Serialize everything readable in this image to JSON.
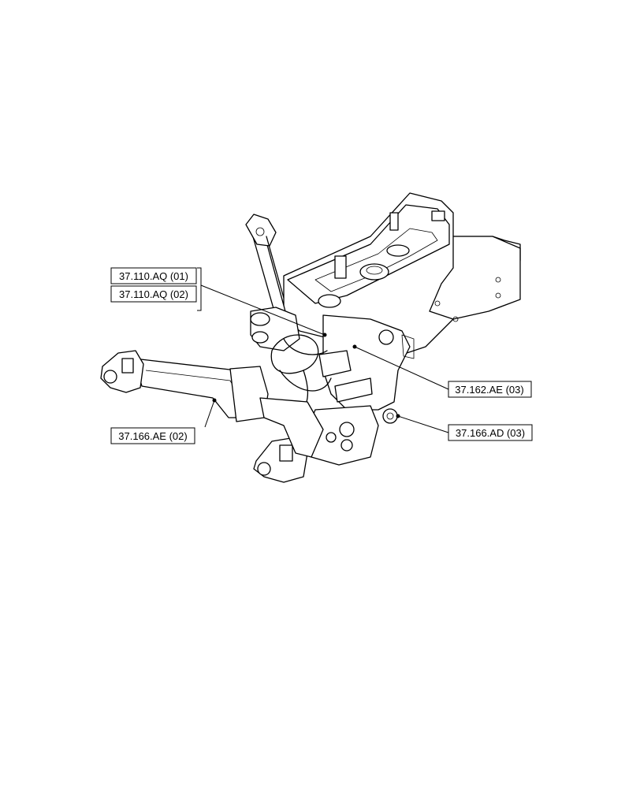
{
  "callouts": [
    {
      "id": "c1",
      "label": "37.110.AQ (01)"
    },
    {
      "id": "c2",
      "label": "37.110.AQ (02)"
    },
    {
      "id": "c3",
      "label": "37.162.AE (03)"
    },
    {
      "id": "c4",
      "label": "37.166.AE (02)"
    },
    {
      "id": "c5",
      "label": "37.166.AD (03)"
    }
  ]
}
